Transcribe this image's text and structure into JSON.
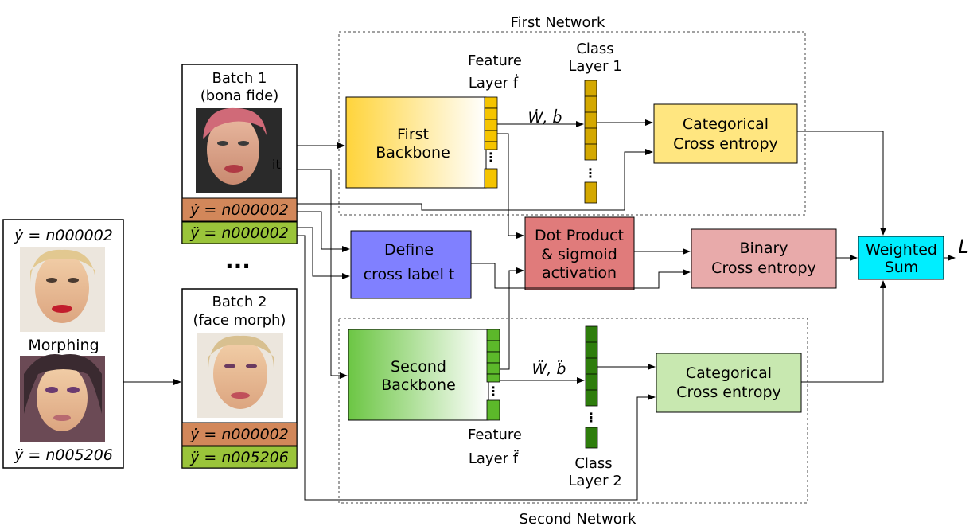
{
  "networks": {
    "first": "First Network",
    "second": "Second Network"
  },
  "batch1": {
    "title_line1": "Batch 1",
    "title_line2": "(bona fide)",
    "label_dot": "ẏ = n000002",
    "label_ddot": "ÿ = n000002"
  },
  "batch2": {
    "title_line1": "Batch 2",
    "title_line2": "(face morph)",
    "label_dot": "ẏ = n000002",
    "label_ddot": "ÿ = n005206"
  },
  "ellipsis": "...",
  "morph_source": {
    "label_top": "ẏ = n000002",
    "caption": "Morphing",
    "label_bottom": "ÿ = n005206"
  },
  "first_backbone": {
    "line1": "First",
    "line2": "Backbone"
  },
  "second_backbone": {
    "line1": "Second",
    "line2": "Backbone"
  },
  "feature_layer_1": {
    "line1": "Feature",
    "line2": "Layer ḟ"
  },
  "feature_layer_2": {
    "line1": "Feature",
    "line2": "Layer f̈"
  },
  "class_layer_1": {
    "line1": "Class",
    "line2": "Layer 1"
  },
  "class_layer_2": {
    "line1": "Class",
    "line2": "Layer 2"
  },
  "weights_1": "Ẇ, ḃ",
  "weights_2": "Ẅ, b̈",
  "cce_1": {
    "line1": "Categorical",
    "line2": "Cross entropy"
  },
  "cce_2": {
    "line1": "Categorical",
    "line2": "Cross entropy"
  },
  "cross_label": {
    "line1": "Define",
    "line2": "cross label t"
  },
  "dot_product": {
    "line1": "Dot Product",
    "line2": "& sigmoid",
    "line3": "activation"
  },
  "bce": {
    "line1": "Binary",
    "line2": "Cross entropy"
  },
  "weighted_sum": {
    "line1": "Weighted",
    "line2": "Sum"
  },
  "loss": "L",
  "colors": {
    "first_backbone": "#ffd43b",
    "second_backbone": "#6cc644",
    "feature1": "#f5c400",
    "class1": "#d4a800",
    "feature2": "#5cb82a",
    "class2": "#2e7d0c",
    "cce1": "#ffe680",
    "cce2": "#c8e8b0",
    "cross_label": "#8080ff",
    "dot_product": "#e07b7b",
    "bce": "#e8aaaa",
    "weighted_sum": "#00eeff",
    "label_dot": "#d2875a",
    "label_ddot": "#9ac43a"
  }
}
